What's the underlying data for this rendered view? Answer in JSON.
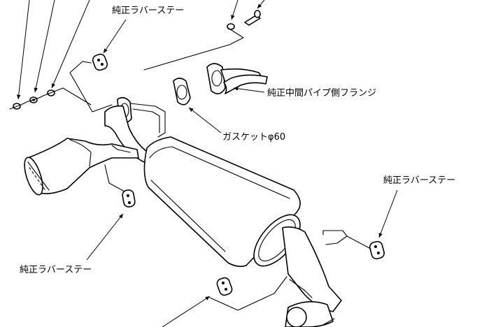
{
  "labels": {
    "rubber_stay_top": "純正ラバーステー",
    "rubber_stay_right": "純正ラバーステー",
    "rubber_stay_left": "純正ラバーステー",
    "mid_pipe_flange": "純正中間パイプ側フランジ",
    "gasket": "ガスケットφ60"
  }
}
